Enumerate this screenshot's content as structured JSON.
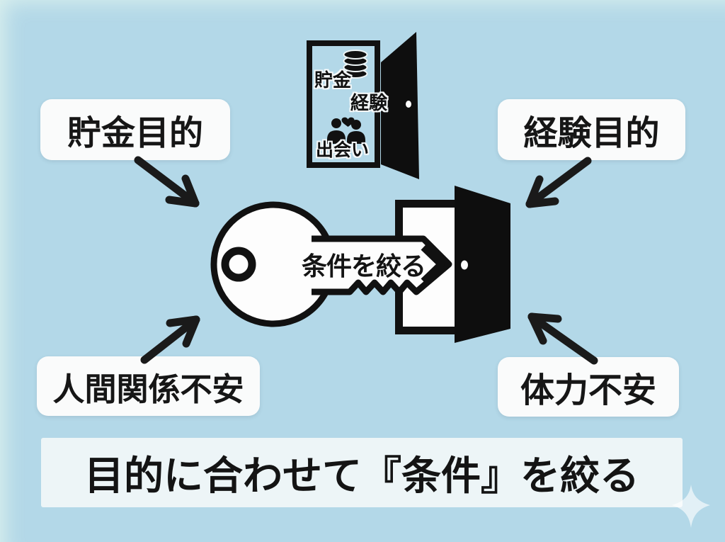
{
  "colors": {
    "background": "#b3d8e8",
    "ink": "#161616",
    "label_box_bg": "#fafbfb",
    "banner_bg": "#edf5f7",
    "door_black": "#0e0e0e",
    "key_white": "#fdfdfd"
  },
  "top_door": {
    "savings_label": "貯金",
    "experience_label": "経験",
    "meeting_label": "出会い"
  },
  "label_boxes": {
    "top_left": "貯金目的",
    "top_right": "経験目的",
    "bottom_left": "人間関係不安",
    "bottom_right": "体力不安"
  },
  "key": {
    "label": "条件を絞る"
  },
  "banner": {
    "text": "目的に合わせて『条件』を絞る"
  },
  "icons": {
    "top_door": "open-door-icon",
    "coin_stack": "coin-stack-icon",
    "people_heart": "people-heart-icon",
    "center_door": "open-door-icon",
    "key": "key-icon",
    "arrows": "arrow-icon",
    "sparkle": "sparkle-icon"
  }
}
